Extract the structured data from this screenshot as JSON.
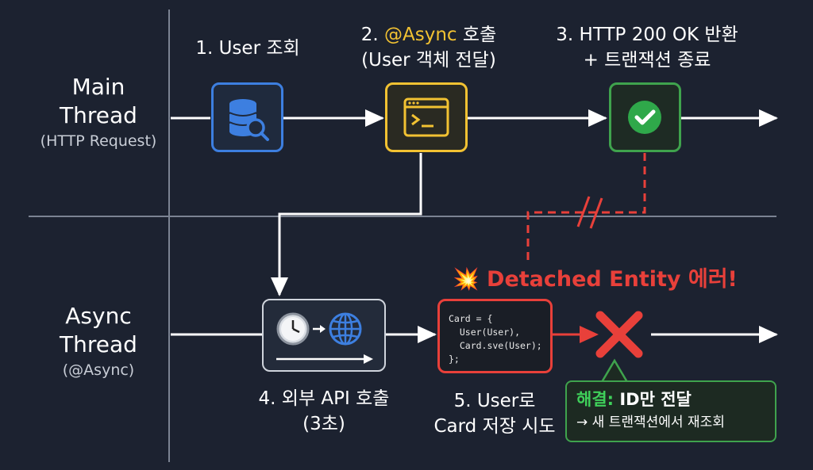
{
  "lanes": {
    "main": {
      "title_line1": "Main",
      "title_line2": "Thread",
      "subtitle": "(HTTP Request)"
    },
    "async": {
      "title_line1": "Async",
      "title_line2": "Thread",
      "subtitle": "(@Async)"
    }
  },
  "steps": {
    "s1": {
      "label": "1. User 조회",
      "icon": "database-search-icon"
    },
    "s2": {
      "label_prefix": "2. ",
      "label_highlight": "@Async",
      "label_suffix": " 호출",
      "label_line2": "(User 객체 전달)",
      "icon": "terminal-icon"
    },
    "s3": {
      "label_line1": "3. HTTP 200 OK 반환",
      "label_line2": "+ 트랜잭션 종료",
      "icon": "check-circle-icon"
    },
    "s4": {
      "label_line1": "4. 외부 API 호출",
      "label_line2": "(3초)",
      "icon": "clock-globe-icon"
    },
    "s5": {
      "label_line1": "5. User로",
      "label_line2": "Card 저장 시도",
      "code": [
        "Card = {",
        "  User(User),",
        "  Card.sve(User);",
        "};"
      ]
    }
  },
  "error": {
    "emoji": "💥",
    "text": "Detached Entity 에러!"
  },
  "solution": {
    "title": "해결:",
    "title_rest": " ID만 전달",
    "detail": "→ 새 트랜잭션에서 재조회"
  },
  "colors": {
    "background": "#1c2230",
    "blue": "#3d7fe0",
    "yellow": "#f2c232",
    "green": "#3fa34d",
    "red": "#e8403a",
    "grey": "#cfd4dc"
  }
}
